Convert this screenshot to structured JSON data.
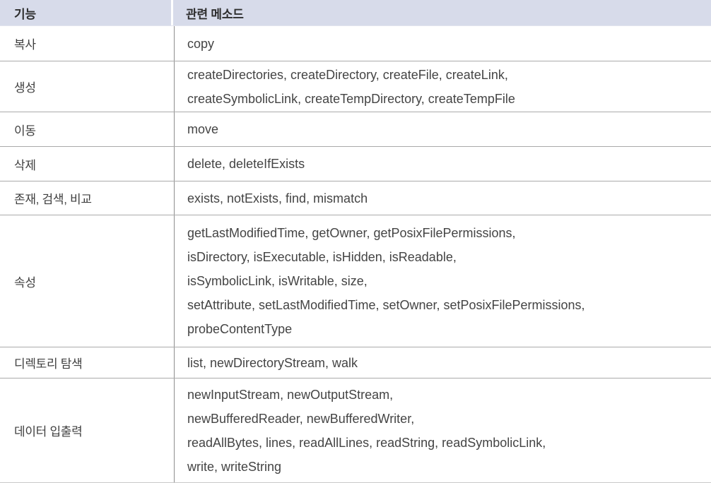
{
  "table": {
    "title": "Java Files class functions and related methods table",
    "colors": {
      "header_background": "#d7dbea",
      "row_border": "#aaaaaa",
      "column_border": "#8e8e8e",
      "text": "#3f3f3f"
    },
    "header": {
      "function": "기능",
      "methods": "관련 메소드"
    },
    "rows": [
      {
        "function": "복사",
        "methods": [
          "copy"
        ]
      },
      {
        "function": "생성",
        "methods": [
          "createDirectories, createDirectory, createFile, createLink,",
          "createSymbolicLink, createTempDirectory, createTempFile"
        ]
      },
      {
        "function": "이동",
        "methods": [
          "move"
        ]
      },
      {
        "function": "삭제",
        "methods": [
          "delete, deleteIfExists"
        ]
      },
      {
        "function": "존재, 검색, 비교",
        "methods": [
          "exists, notExists, find, mismatch"
        ]
      },
      {
        "function": "속성",
        "methods": [
          "getLastModifiedTime, getOwner, getPosixFilePermissions,",
          "isDirectory, isExecutable, isHidden, isReadable,",
          "isSymbolicLink, isWritable, size,",
          "setAttribute, setLastModifiedTime, setOwner, setPosixFilePermissions,",
          "probeContentType"
        ]
      },
      {
        "function": "디렉토리 탐색",
        "methods": [
          "list, newDirectoryStream, walk"
        ]
      },
      {
        "function": "데이터 입출력",
        "methods": [
          "newInputStream, newOutputStream,",
          "newBufferedReader, newBufferedWriter,",
          "readAllBytes, lines, readAllLines, readString, readSymbolicLink,",
          "write, writeString"
        ]
      }
    ]
  }
}
